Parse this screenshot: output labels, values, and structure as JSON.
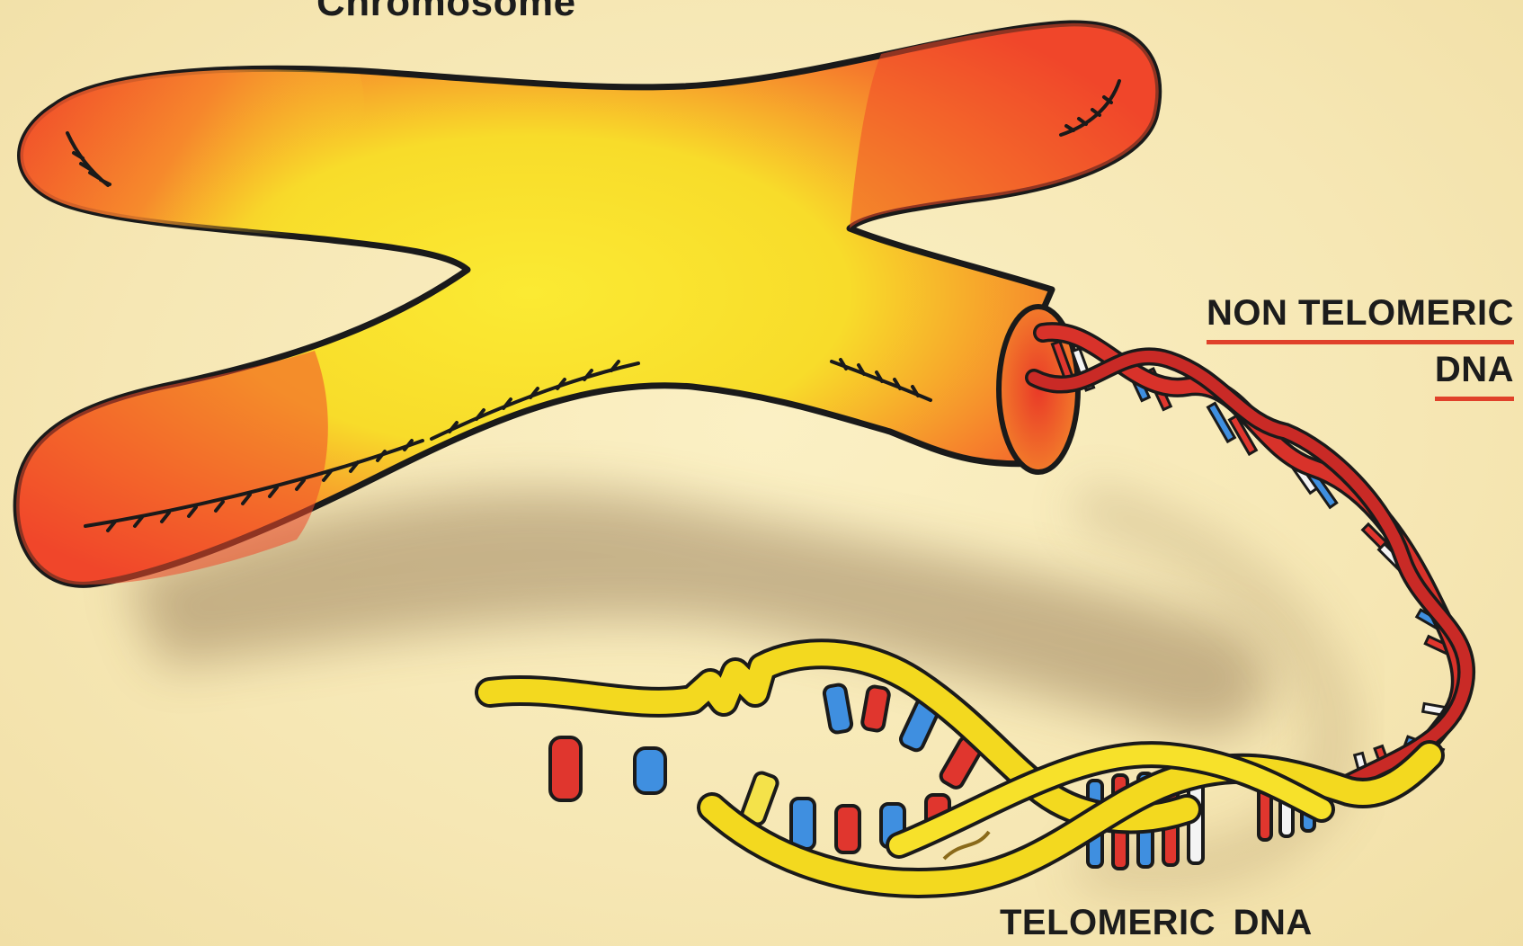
{
  "labels": {
    "chromosome": "Chromosome",
    "non_telomeric_line1": "NON TELOMERIC",
    "non_telomeric_line2": "DNA",
    "telomeric": "TELOMERIC  DNA"
  },
  "colors": {
    "background": "#f6e7b4",
    "chromosome_core": "#f8e02a",
    "chromosome_edge": "#f2452a",
    "dna_backbone_red": "#d8322a",
    "dna_backbone_yellow": "#f3d91f",
    "base_red": "#e0362e",
    "base_blue": "#3f8fe0",
    "outline": "#1a1a1a",
    "underline": "#e0412a"
  }
}
